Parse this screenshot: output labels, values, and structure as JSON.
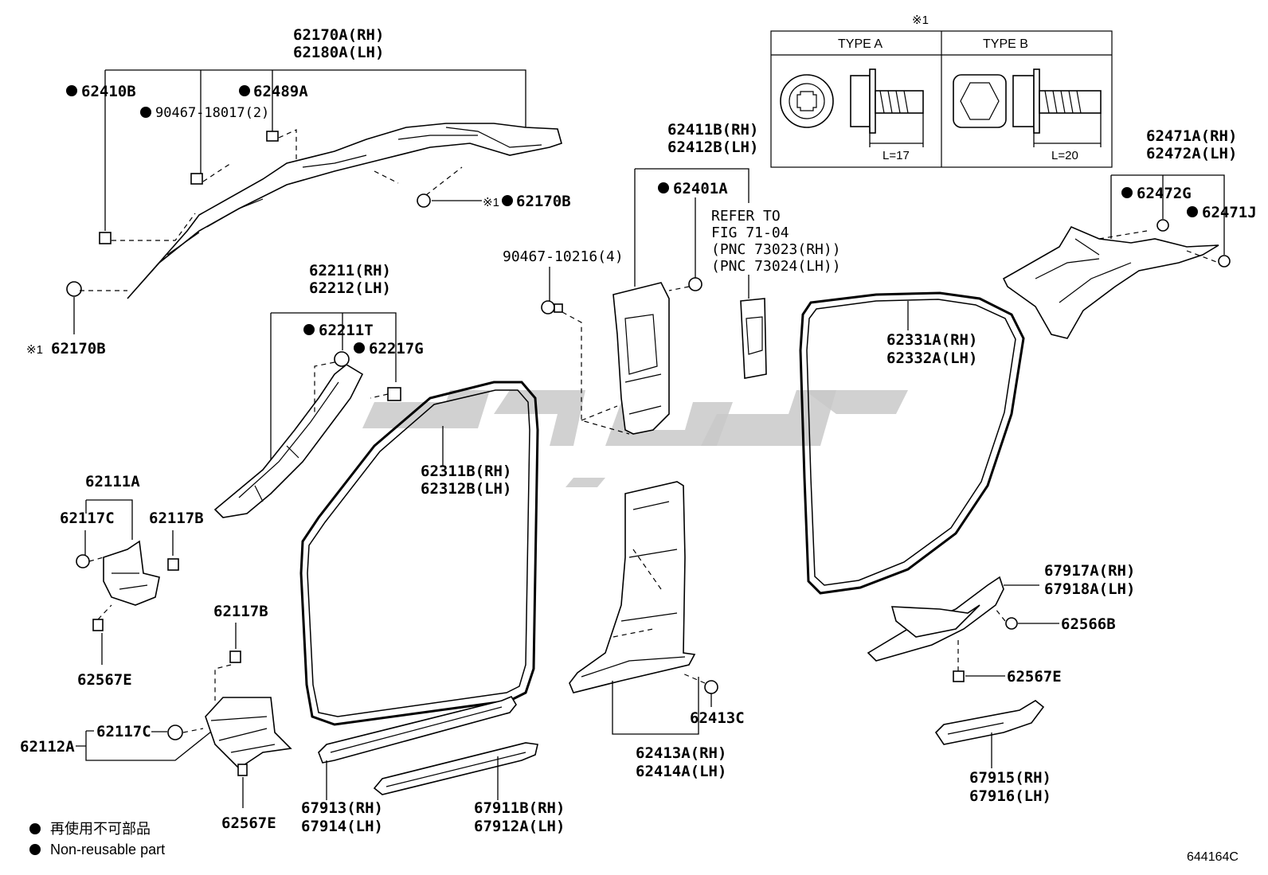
{
  "table": {
    "ref_mark": "※1",
    "type_a": {
      "header": "TYPE A",
      "length": "L=17"
    },
    "type_b": {
      "header": "TYPE B",
      "length": "L=20"
    }
  },
  "labels": {
    "l62170A_rh": "62170A(RH)",
    "l62180A_lh": "62180A(LH)",
    "l62410B": "62410B",
    "l62489A": "62489A",
    "l90467_18017": "90467-18017(2)",
    "l62170B_a_mark": "※1",
    "l62170B_a": "62170B",
    "l62170B_b_mark": "※1",
    "l62170B_b": "62170B",
    "l62211_rh": "62211(RH)",
    "l62212_lh": "62212(LH)",
    "l62211T": "62211T",
    "l62217G": "62217G",
    "l62111A": "62111A",
    "l62117C_a": "62117C",
    "l62117B_a": "62117B",
    "l62567E_a": "62567E",
    "l62117B_b": "62117B",
    "l62112A": "62112A",
    "l62117C_b": "62117C",
    "l62567E_b": "62567E",
    "l62311B_rh": "62311B(RH)",
    "l62312B_lh": "62312B(LH)",
    "l67913_rh": "67913(RH)",
    "l67914_lh": "67914(LH)",
    "l67911B_rh": "67911B(RH)",
    "l67912A_lh": "67912A(LH)",
    "l90467_10216": "90467-10216(4)",
    "l62411B_rh": "62411B(RH)",
    "l62412B_lh": "62412B(LH)",
    "l62401A": "62401A",
    "refer_1": "REFER TO",
    "refer_2": "FIG 71-04",
    "refer_3": "(PNC 73023(RH))",
    "refer_4": "(PNC 73024(LH))",
    "l62413C": "62413C",
    "l62413A_rh": "62413A(RH)",
    "l62414A_lh": "62414A(LH)",
    "l62331A_rh": "62331A(RH)",
    "l62332A_lh": "62332A(LH)",
    "l62471A_rh": "62471A(RH)",
    "l62472A_lh": "62472A(LH)",
    "l62472G": "62472G",
    "l62471J": "62471J",
    "l67917A_rh": "67917A(RH)",
    "l67918A_lh": "67918A(LH)",
    "l62566B": "62566B",
    "l62567E_c": "62567E",
    "l67915_rh": "67915(RH)",
    "l67916_lh": "67916(LH)"
  },
  "legend": {
    "line1": "再使用不可部品",
    "line2": "Non-reusable part"
  },
  "catalog_code": "644164C",
  "colors": {
    "ink": "#000000",
    "watermark": "#c9c9c9",
    "background": "#ffffff"
  },
  "icons": {
    "non_reusable_marker": "filled-circle"
  }
}
